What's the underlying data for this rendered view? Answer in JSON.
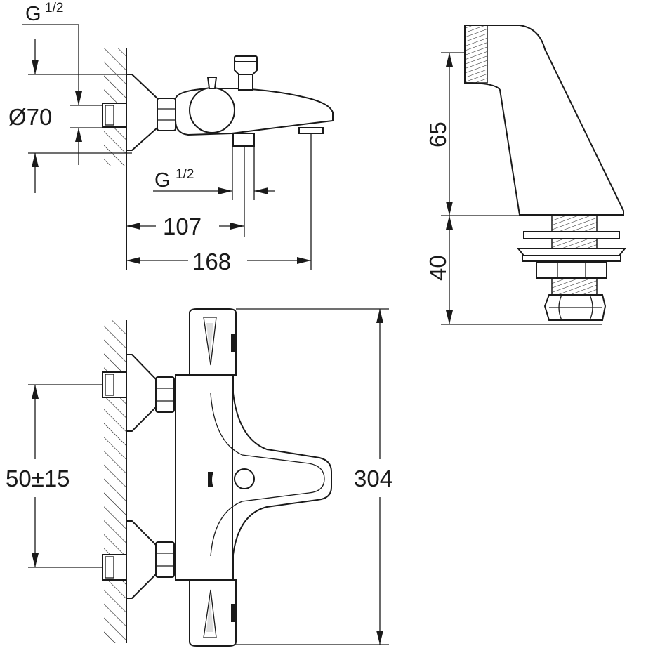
{
  "side_view": {
    "thread_top": {
      "main": "G",
      "fraction": "1/2"
    },
    "diameter": "Ø70",
    "thread_bottom": {
      "main": "G",
      "fraction": "1/2"
    },
    "dim_107": "107",
    "dim_168": "168"
  },
  "front_view": {
    "dim_height": "304",
    "dim_spacing": "50±15"
  },
  "connector_view": {
    "dim_65": "65",
    "dim_40": "40"
  }
}
